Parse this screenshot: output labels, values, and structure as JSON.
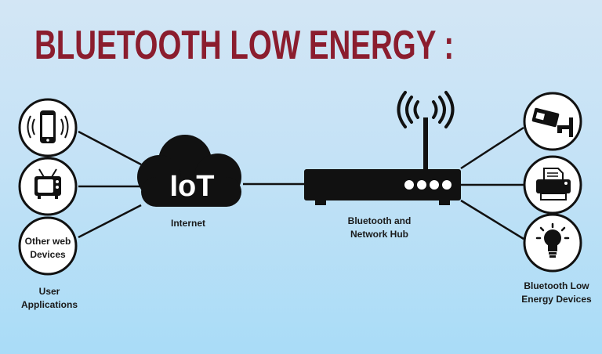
{
  "title": "BLUETOOTH LOW ENERGY :",
  "cloud_text": "IoT",
  "labels": {
    "other_web": {
      "line1": "Other web",
      "line2": "Devices"
    },
    "user_apps": {
      "line1": "User",
      "line2": "Applications"
    },
    "internet": "Internet",
    "hub": {
      "line1": "Bluetooth and",
      "line2": "Network Hub"
    },
    "ble_devices": {
      "line1": "Bluetooth Low",
      "line2": "Energy Devices"
    }
  },
  "icons": {
    "left": [
      "smartphone-icon",
      "tv-icon"
    ],
    "right": [
      "security-camera-icon",
      "printer-icon",
      "lightbulb-icon"
    ]
  },
  "colors": {
    "title": "#8b1d2e",
    "ink": "#111111",
    "circle_fill": "#ffffff"
  }
}
